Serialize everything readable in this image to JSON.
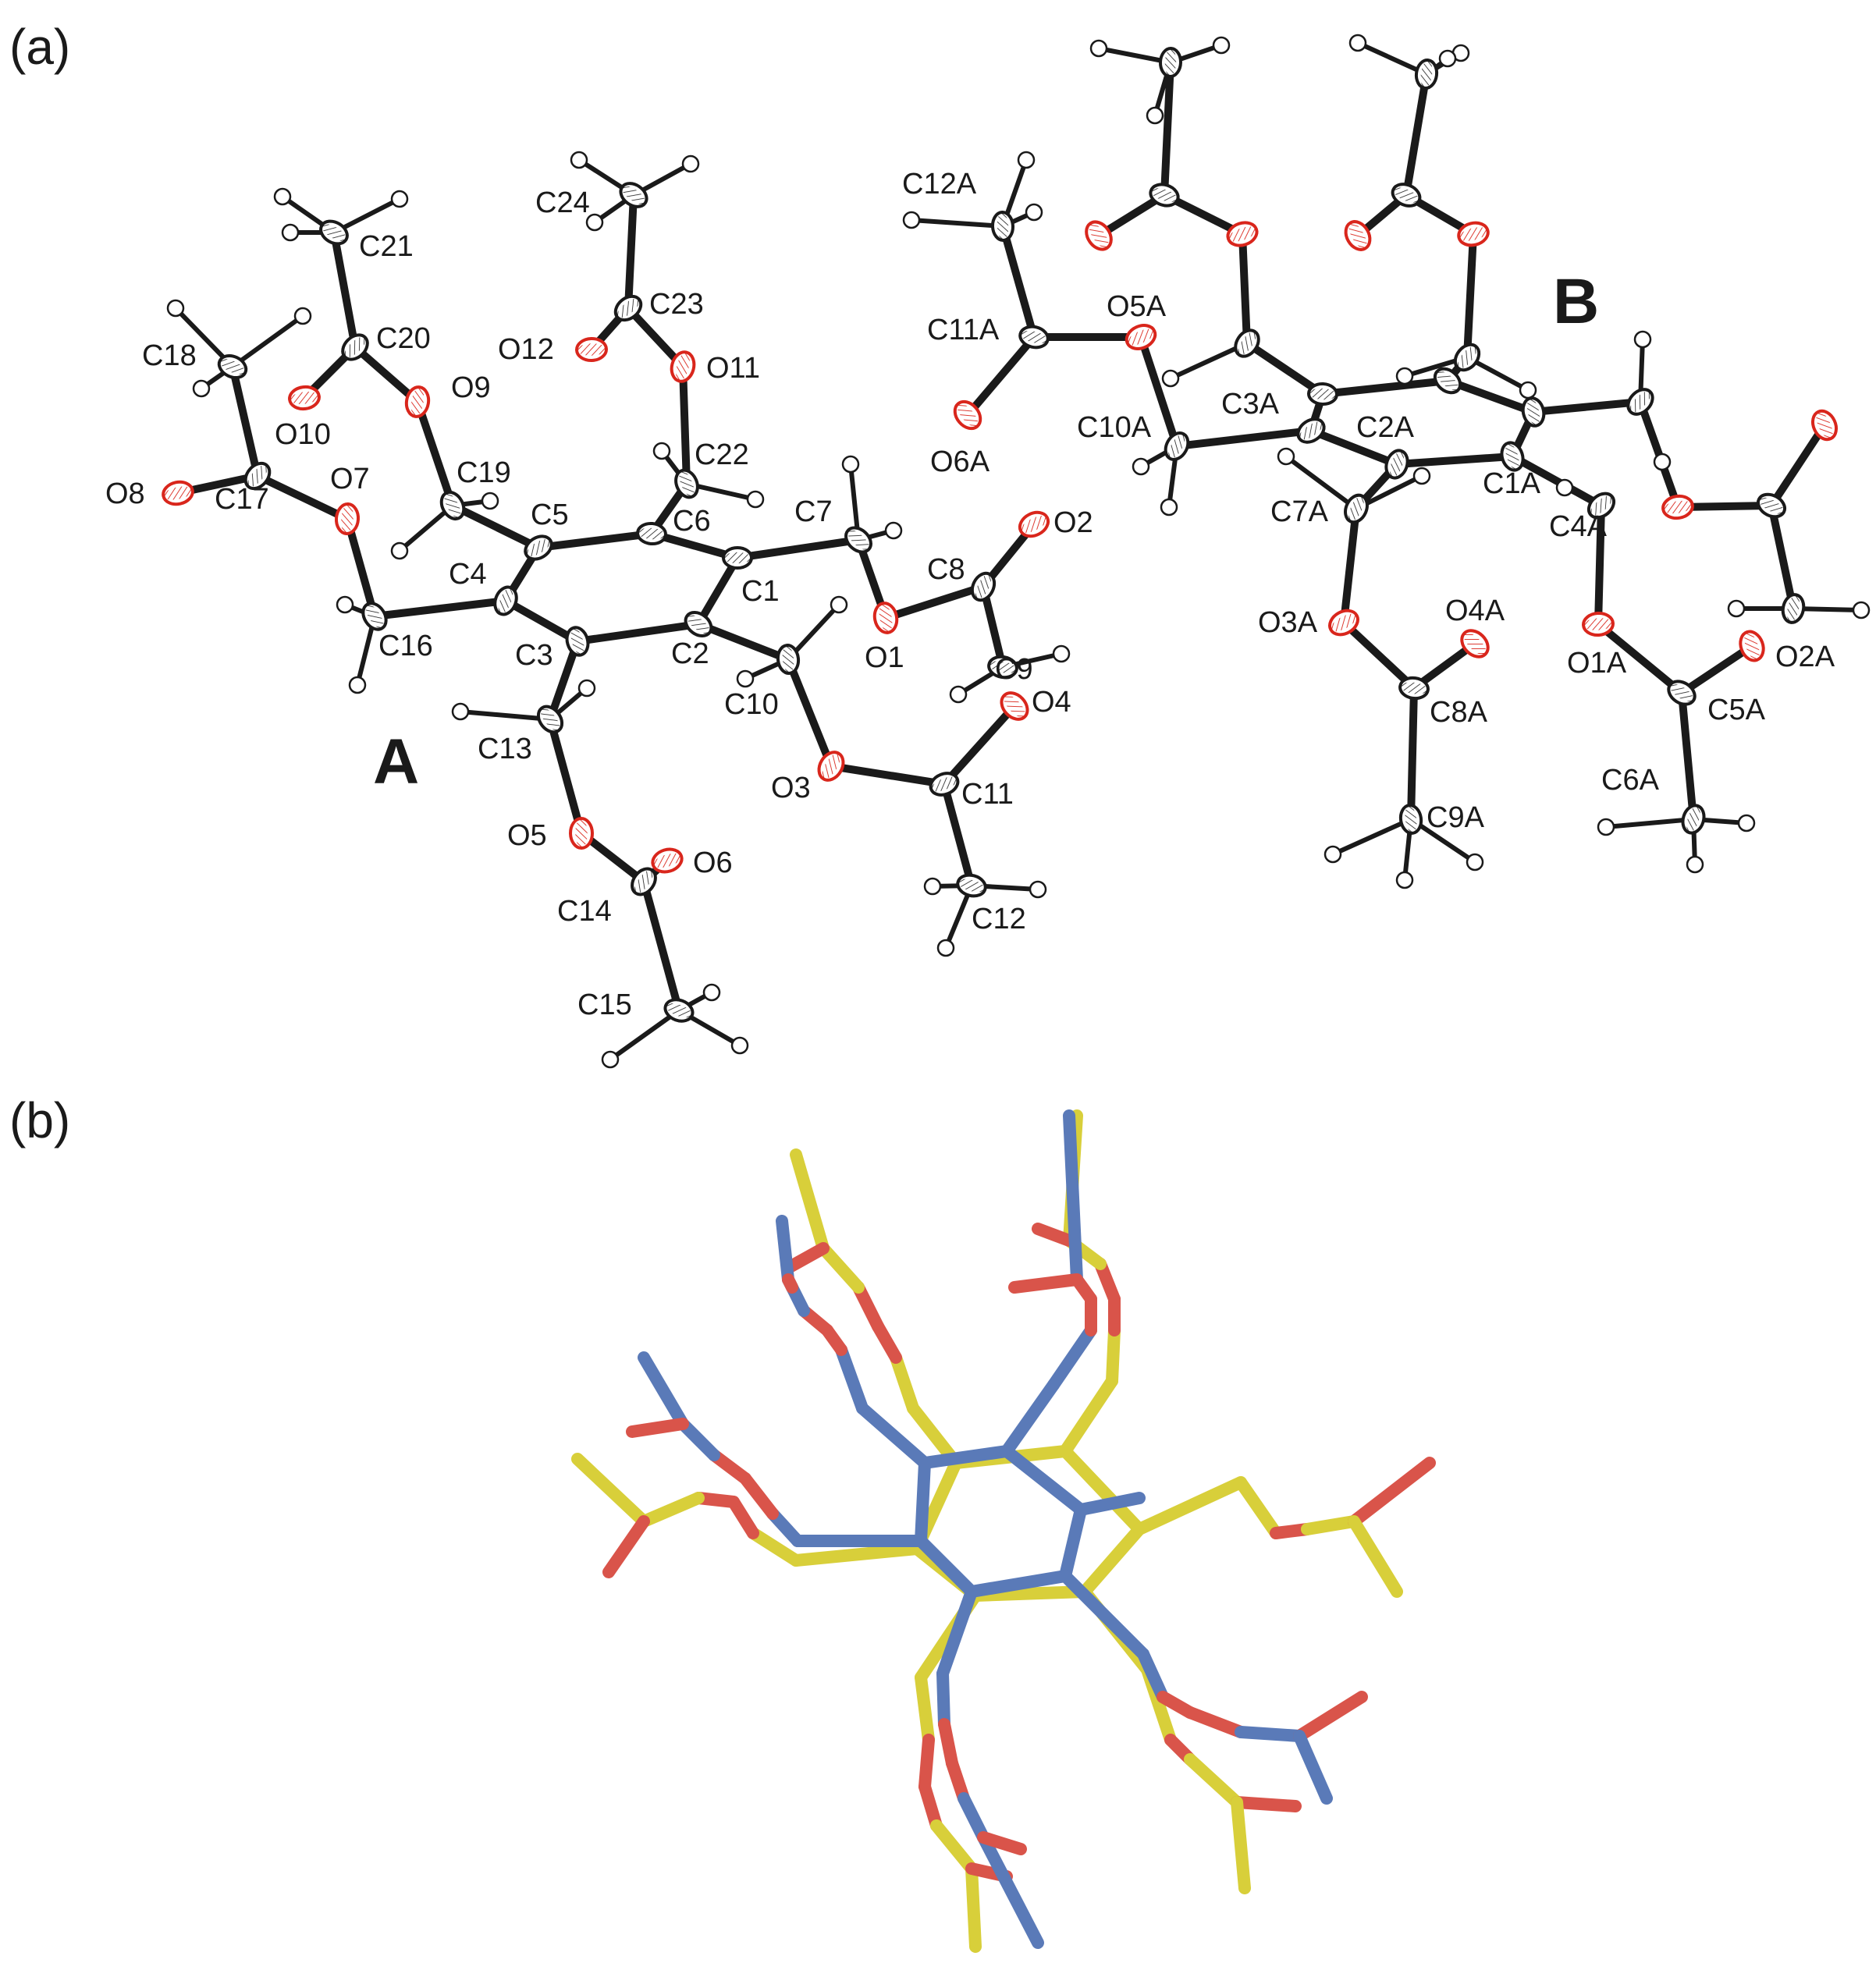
{
  "panels": {
    "a": {
      "label": "(a)",
      "molecule_labels": [
        "A",
        "B"
      ],
      "atom_labels": {
        "molecule_A": [
          "C1",
          "C2",
          "C3",
          "C4",
          "C5",
          "C6",
          "C7",
          "C8",
          "C9",
          "C10",
          "C11",
          "C12",
          "C13",
          "C14",
          "C15",
          "C16",
          "C17",
          "C18",
          "C19",
          "C20",
          "C21",
          "C22",
          "C23",
          "C24",
          "O1",
          "O2",
          "O3",
          "O4",
          "O5",
          "O6",
          "O7",
          "O8",
          "O9",
          "O10",
          "O11",
          "O12"
        ],
        "molecule_B": [
          "C1A",
          "C2A",
          "C3A",
          "C4A",
          "C5A",
          "C6A",
          "C7A",
          "C8A",
          "C9A",
          "C10A",
          "C11A",
          "C12A",
          "O1A",
          "O2A",
          "O3A",
          "O4A",
          "O5A",
          "O6A"
        ]
      }
    },
    "b": {
      "label": "(b)"
    }
  },
  "colors": {
    "carbon_outline": "#1a1a1a",
    "oxygen": "#d9261c",
    "overlay_yellow": "#d8cf3a",
    "overlay_blue": "#5a7ab8",
    "overlay_red": "#d9544a"
  }
}
